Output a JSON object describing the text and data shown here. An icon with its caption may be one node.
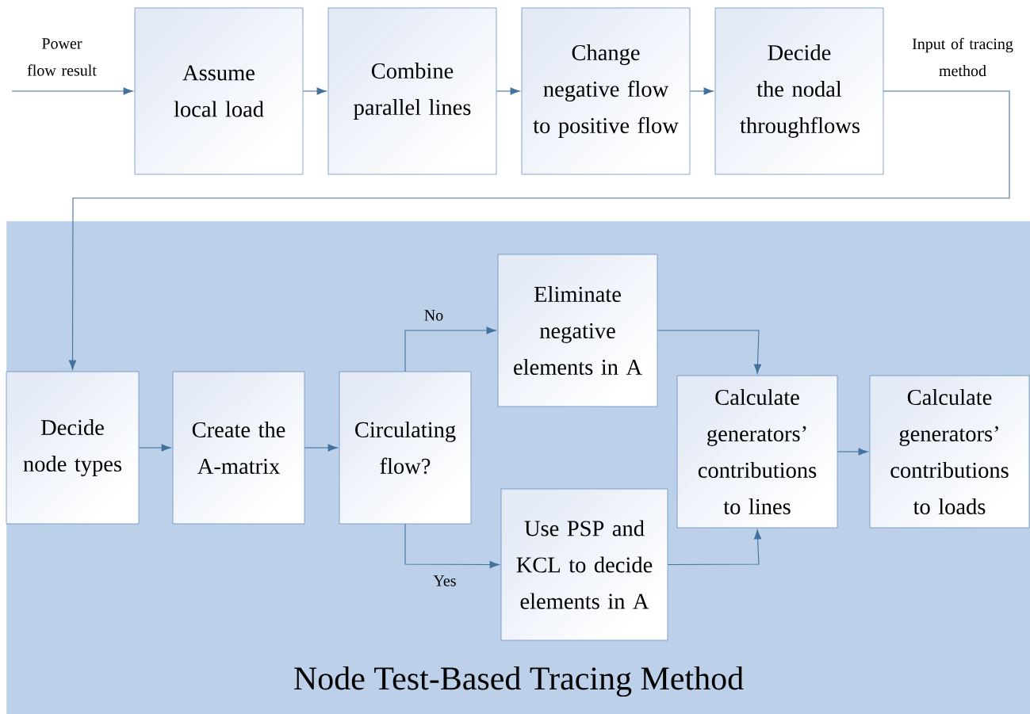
{
  "diagram": {
    "title": "Node Test-Based Tracing Method",
    "nodes": [
      {
        "text": [
          "Assume local load"
        ]
      },
      {
        "text": [
          "Combine parallel lines"
        ]
      },
      {
        "text": [
          "Change negative flow to positive flow"
        ]
      },
      {
        "text": [
          "Decide the nodal throughflows"
        ]
      },
      {
        "text": [],
        "shape": "box"
      },
      {
        "text": [
          "Decide node types"
        ],
        "in": 4
      },
      {
        "text": [
          "Create the A-matrix"
        ],
        "in": 4
      },
      {
        "text": [
          "Circulating flow?"
        ],
        "in": 4
      },
      {
        "text": [
          "Eliminate negative elements in A"
        ],
        "in": 4
      },
      {
        "text": [
          "Use PSP and KCL to decide elements in A"
        ],
        "in": 4
      },
      {
        "text": [
          "Calculate generators’ contributions to lines"
        ],
        "in": 4
      },
      {
        "text": [
          "Calculate generators’ contributions to loads"
        ],
        "in": 4
      }
    ],
    "edges": [
      {
        "from": null,
        "to": 0,
        "arrow": "to",
        "label": "Power flow result"
      },
      {
        "from": 0,
        "to": 1,
        "arrow": "to"
      },
      {
        "from": 1,
        "to": 2,
        "arrow": "to"
      },
      {
        "from": 2,
        "to": 3,
        "arrow": "to"
      },
      {
        "from": 3,
        "to": 5,
        "arrow": "to",
        "label": "Input of tracing method"
      },
      {
        "from": 5,
        "to": 6,
        "arrow": "to"
      },
      {
        "from": 6,
        "to": 7,
        "arrow": "to"
      },
      {
        "from": 7,
        "to": 8,
        "arrow": "to",
        "label": "No"
      },
      {
        "from": 7,
        "to": 9,
        "arrow": "to",
        "label": "Yes"
      },
      {
        "from": 8,
        "to": 10,
        "arrow": "to"
      },
      {
        "from": 9,
        "to": 10,
        "arrow": "to"
      },
      {
        "from": 10,
        "to": 11,
        "arrow": "to"
      }
    ]
  }
}
